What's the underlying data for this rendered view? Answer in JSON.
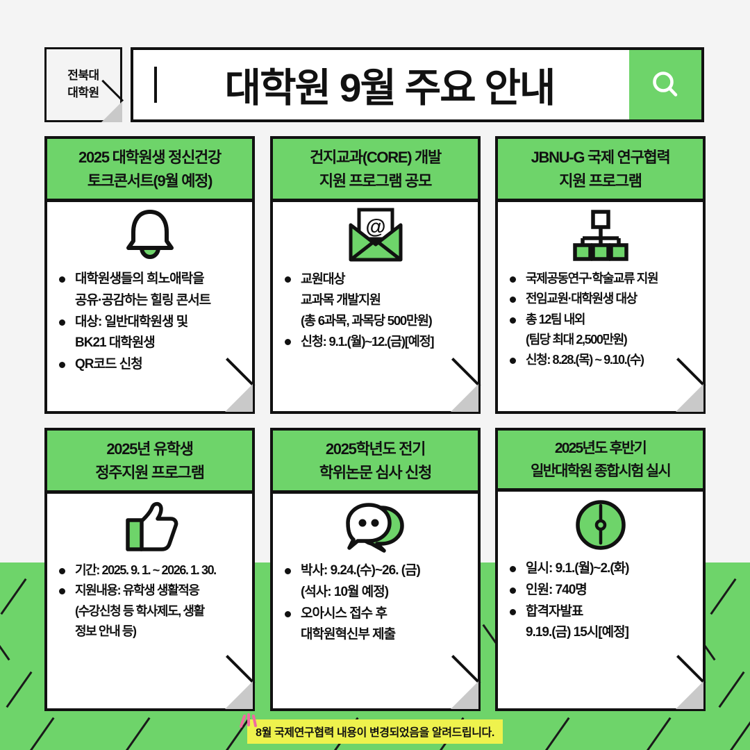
{
  "header": {
    "badge_line1": "전북대",
    "badge_line2": "대학원",
    "title": "대학원 9월 주요 안내",
    "search_icon": "search-icon"
  },
  "cards": [
    {
      "id": "mental-health-talk-concert",
      "title_line1": "2025 대학원생 정신건강",
      "title_line2": "토크콘서트(9월 예정)",
      "icon": "bell-icon",
      "items": [
        {
          "bullet": true,
          "text": "대학원생들의 희노애락을"
        },
        {
          "bullet": false,
          "text": "공유·공감하는 힐링 콘서트"
        },
        {
          "bullet": true,
          "text": "대상: 일반대학원생 및"
        },
        {
          "bullet": false,
          "text": "BK21 대학원생"
        },
        {
          "bullet": true,
          "text": "QR코드 신청"
        }
      ]
    },
    {
      "id": "core-curriculum-development",
      "title_line1": "건지교과(CORE) 개발",
      "title_line2": "지원 프로그램 공모",
      "icon": "envelope-at-icon",
      "items": [
        {
          "bullet": true,
          "text": "교원대상"
        },
        {
          "bullet": false,
          "text": "교과목 개발지원"
        },
        {
          "bullet": false,
          "text": "(총 6과목, 과목당 500만원)"
        },
        {
          "bullet": true,
          "text": "신청: 9.1.(월)~12.(금)[예정]"
        }
      ]
    },
    {
      "id": "jbnu-g-international-research",
      "title_line1": "JBNU-G 국제 연구협력",
      "title_line2": "지원 프로그램",
      "icon": "org-chart-icon",
      "items": [
        {
          "bullet": true,
          "text": "국제공동연구·학술교류 지원"
        },
        {
          "bullet": true,
          "text": "전임교원·대학원생 대상"
        },
        {
          "bullet": true,
          "text": "총 12팀 내외"
        },
        {
          "bullet": false,
          "text": "(팀당 최대 2,500만원)"
        },
        {
          "bullet": true,
          "text": "신청: 8.28.(목) ~ 9.10.(수)"
        }
      ]
    },
    {
      "id": "international-student-settlement",
      "title_line1": "2025년 유학생",
      "title_line2": "정주지원 프로그램",
      "icon": "thumbs-up-icon",
      "items": [
        {
          "bullet": true,
          "text": "기간: 2025. 9. 1. ~ 2026. 1. 30."
        },
        {
          "bullet": true,
          "text": "지원내용: 유학생 생활적응"
        },
        {
          "bullet": false,
          "text": "(수강신청 등 학사제도, 생활"
        },
        {
          "bullet": false,
          "text": "정보 안내 등)"
        }
      ]
    },
    {
      "id": "thesis-review-application",
      "title_line1": "2025학년도 전기",
      "title_line2": "학위논문 심사 신청",
      "icon": "chat-bubbles-icon",
      "items": [
        {
          "bullet": true,
          "text": "박사: 9.24.(수)~26. (금)"
        },
        {
          "bullet": false,
          "text": "(석사: 10월 예정)"
        },
        {
          "bullet": true,
          "text": "오아시스 접수 후"
        },
        {
          "bullet": false,
          "text": "대학원혁신부 제출"
        }
      ]
    },
    {
      "id": "comprehensive-exam",
      "title_line1": "2025년도 후반기",
      "title_line2": "일반대학원 종합시험 실시",
      "icon": "clock-icon",
      "items": [
        {
          "bullet": true,
          "text": "일시:  9.1.(월)~2.(화)"
        },
        {
          "bullet": true,
          "text": "인원:  740명"
        },
        {
          "bullet": true,
          "text": "합격자발표"
        },
        {
          "bullet": false,
          "text": "9.19.(금) 15시[예정]"
        }
      ]
    }
  ],
  "notice": {
    "text": "8월 국제연구협력 내용이 변경되었음을 알려드립니다."
  },
  "colors": {
    "green": "#6ed46a",
    "ink": "#111111",
    "page_bg": "#f4f4f4",
    "fold_gray": "#c9c9c9",
    "notice_highlight": "#eef24d",
    "sparkle_pink": "#f06ba0"
  }
}
